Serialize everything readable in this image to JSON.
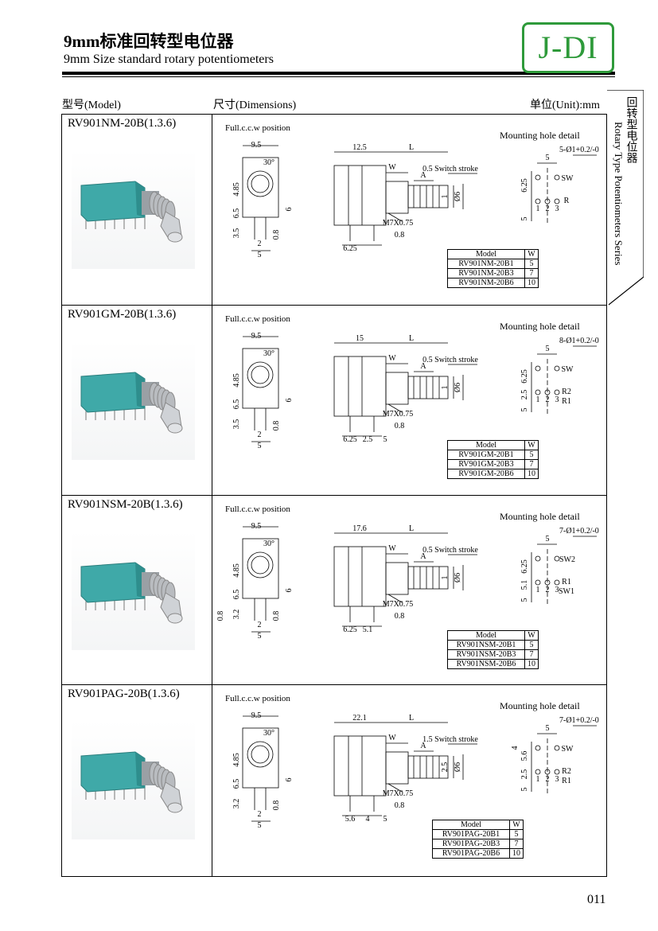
{
  "header": {
    "title": "9mm标准回转型电位器",
    "subtitle": "9mm Size standard rotary potentiometers",
    "logo": "J-DI"
  },
  "columns": {
    "model": "型号(Model)",
    "dimensions": "尺寸(Dimensions)",
    "unit": "单位(Unit):mm"
  },
  "side_tab": {
    "zh": "回转型电位器",
    "en": "Rotary Type Potentiometers Series"
  },
  "colors": {
    "logo": "#2e9a3a",
    "body_teal": "#3fa9a8",
    "shaft": "#b9bcc0"
  },
  "sections": [
    {
      "model": "RV901NM-20B(1.3.6)",
      "position": "Full.c.c.w position",
      "mount_title": "Mounting hole detail",
      "front": [
        "9.5",
        "30°",
        "4.85",
        "6.5",
        "3.5",
        "6",
        "0.8",
        "2",
        "5"
      ],
      "side": [
        "12.5",
        "L",
        "W",
        "A",
        "0.5 Switch stroke",
        "M7X0.75",
        "0.8",
        "6.25",
        "1",
        "Ø6"
      ],
      "mount": [
        "5",
        "5-Ø1+0.2/-0",
        "SW",
        "R",
        "6.25",
        "5",
        "1",
        "2",
        "3"
      ],
      "table": {
        "head": [
          "Model",
          "W"
        ],
        "rows": [
          [
            "RV901NM-20B1",
            "5"
          ],
          [
            "RV901NM-20B3",
            "7"
          ],
          [
            "RV901NM-20B6",
            "10"
          ]
        ]
      }
    },
    {
      "model": "RV901GM-20B(1.3.6)",
      "position": "Full.c.c.w position",
      "mount_title": "Mounting hole detail",
      "front": [
        "9.5",
        "30°",
        "4.85",
        "6.5",
        "3.5",
        "6",
        "0.8",
        "2",
        "5"
      ],
      "side": [
        "15",
        "L",
        "W",
        "A",
        "0.5 Switch stroke",
        "M7X0.75",
        "0.8",
        "6.25",
        "1",
        "Ø6",
        "2.5",
        "5"
      ],
      "mount": [
        "5",
        "8-Ø1+0.2/-0",
        "SW",
        "R2",
        "6.25",
        "5",
        "1",
        "2",
        "3",
        "R1",
        "2.5"
      ],
      "table": {
        "head": [
          "Model",
          "W"
        ],
        "rows": [
          [
            "RV901GM-20B1",
            "5"
          ],
          [
            "RV901GM-20B3",
            "7"
          ],
          [
            "RV901GM-20B6",
            "10"
          ]
        ]
      }
    },
    {
      "model": "RV901NSM-20B(1.3.6)",
      "position": "Full.c.c.w position",
      "mount_title": "Mounting hole detail",
      "front": [
        "9.5",
        "30°",
        "4.85",
        "6.5",
        "3.2",
        "6",
        "0.8",
        "2",
        "5",
        "0.8"
      ],
      "side": [
        "17.6",
        "L",
        "W",
        "A",
        "0.5 Switch stroke",
        "M7X0.75",
        "0.8",
        "6.25",
        "1",
        "Ø6",
        "5.1"
      ],
      "mount": [
        "5",
        "7-Ø1+0.2/-0",
        "SW2",
        "R1",
        "6.25",
        "5",
        "1",
        "2",
        "3",
        "SW1",
        "5.1"
      ],
      "table": {
        "head": [
          "Model",
          "W"
        ],
        "rows": [
          [
            "RV901NSM-20B1",
            "5"
          ],
          [
            "RV901NSM-20B3",
            "7"
          ],
          [
            "RV901NSM-20B6",
            "10"
          ]
        ]
      }
    },
    {
      "model": "RV901PAG-20B(1.3.6)",
      "position": "Full.c.c.w position",
      "mount_title": "Mounting hole detail",
      "front": [
        "9.5",
        "30°",
        "4.85",
        "6.5",
        "3.2",
        "6",
        "0.8",
        "2",
        "5"
      ],
      "side": [
        "22.1",
        "L",
        "W",
        "A",
        "1.5 Switch stroke",
        "M7X0.75",
        "0.8",
        "5.6",
        "2.5",
        "Ø6",
        "4",
        "5"
      ],
      "mount": [
        "5",
        "7-Ø1+0.2/-0",
        "SW",
        "R2",
        "5.6",
        "5",
        "1",
        "2",
        "3",
        "R1",
        "2.5",
        "4"
      ],
      "table": {
        "head": [
          "Model",
          "W"
        ],
        "rows": [
          [
            "RV901PAG-20B1",
            "5"
          ],
          [
            "RV901PAG-20B3",
            "7"
          ],
          [
            "RV901PAG-20B6",
            "10"
          ]
        ]
      }
    }
  ],
  "page_number": "011"
}
